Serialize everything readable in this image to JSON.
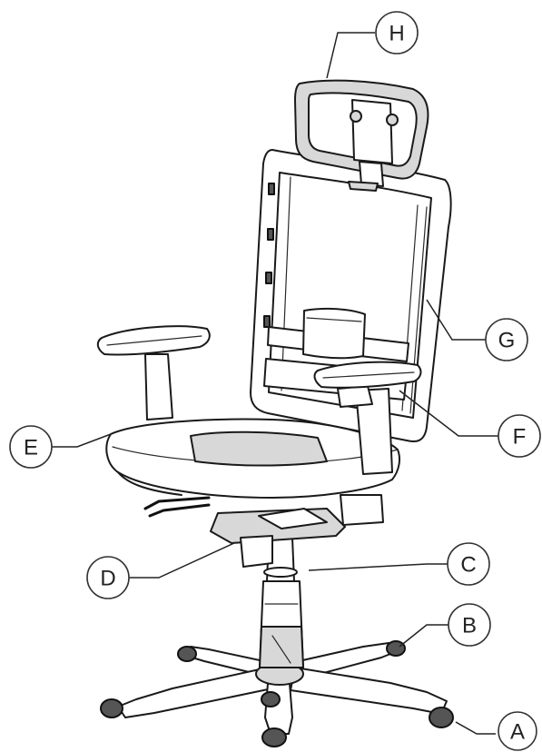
{
  "callouts": {
    "H": "H",
    "G": "G",
    "F": "F",
    "E": "E",
    "D": "D",
    "C": "C",
    "B": "B",
    "A": "A"
  }
}
